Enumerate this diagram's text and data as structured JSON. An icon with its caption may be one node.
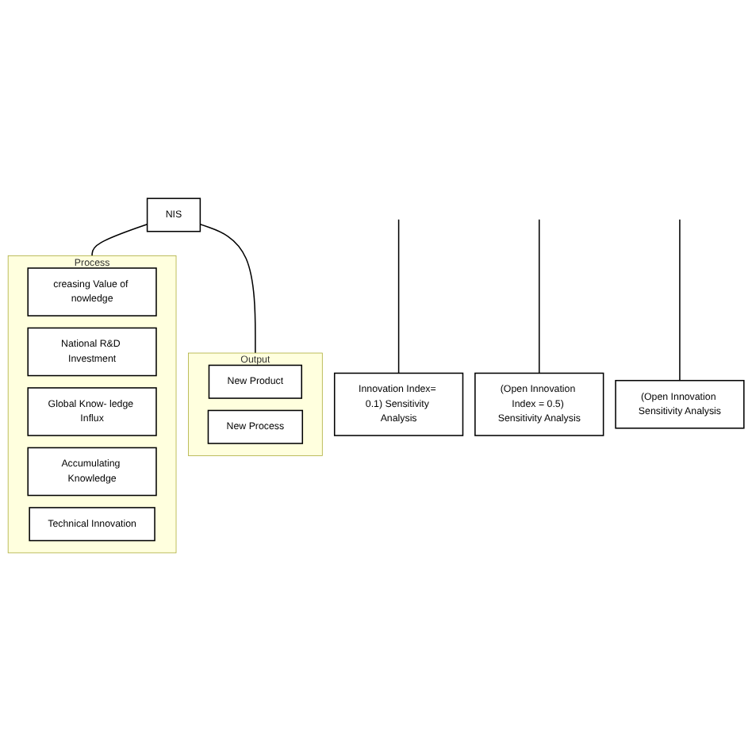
{
  "diagram": {
    "nodes": [
      {
        "text": [
          "NIS"
        ]
      },
      {
        "text": [
          "Process"
        ]
      },
      {
        "text": [
          "creasing Value of nowledge"
        ],
        "in": 1
      },
      {
        "text": [
          "National R&D Investment"
        ],
        "in": 1
      },
      {
        "text": [
          "Global Know- ledge Influx"
        ],
        "in": 1
      },
      {
        "text": [
          "Accumulating Knowledge"
        ],
        "in": 1
      },
      {
        "text": [
          "Technical Innovation"
        ],
        "in": 1
      },
      {
        "text": [
          "Output"
        ]
      },
      {
        "text": [
          "New Product"
        ],
        "in": 7
      },
      {
        "text": [
          "New Process"
        ],
        "in": 7
      },
      {
        "text": [
          "Innovation Index= 0.1) Sensitivity Analysis"
        ]
      },
      {
        "text": [
          "(Open Innovation Index = 0.5) Sensitivity Analysis"
        ]
      },
      {
        "text": [
          "(Open Innovation Sensitivity Analysis"
        ]
      }
    ],
    "edges": [
      {
        "from": 0,
        "to": 1,
        "arrow": "none"
      },
      {
        "from": 0,
        "to": 7,
        "arrow": "none"
      },
      {
        "from": null,
        "to": 10,
        "arrow": "none"
      },
      {
        "from": null,
        "to": 11,
        "arrow": "none"
      },
      {
        "from": null,
        "to": 12,
        "arrow": "none"
      }
    ]
  }
}
